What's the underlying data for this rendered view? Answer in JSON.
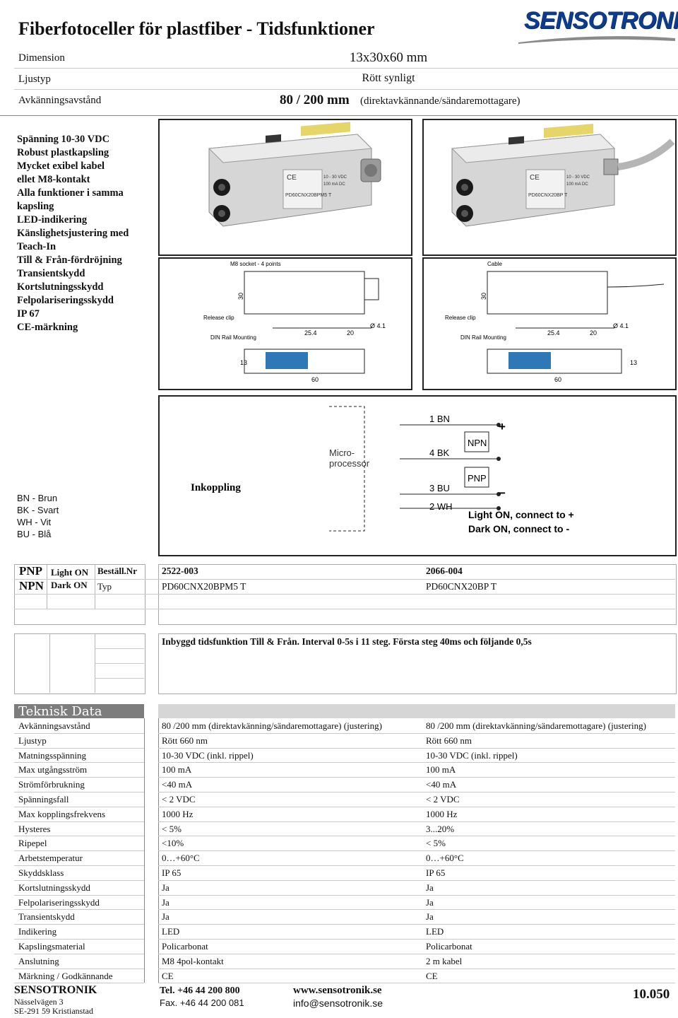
{
  "title": "Fiberfotoceller för plastfiber  -  Tidsfunktioner",
  "brand": "SENSOTRONIK",
  "header": {
    "dimension_label": "Dimension",
    "dimension_value": "13x30x60 mm",
    "ljustyp_label": "Ljustyp",
    "ljustyp_value": "Rött synligt",
    "range_label": "Avkänningsavstånd",
    "range_value_bold": "80 / 200 mm",
    "range_value_note": "(direktavkännande/sändaremottagare)"
  },
  "features": [
    "Spänning 10-30 VDC",
    "Robust plastkapsling",
    "Mycket    exibel kabel",
    "ellet M8-kontakt",
    "Alla funktioner i samma",
    "kapsling",
    "LED-indikering",
    "Känslighetsjustering med",
    "Teach-In",
    "Till & Från-fördröjning",
    "Transientskydd",
    "Kortslutningsskydd",
    "Felpolariseringsskydd",
    "IP 67",
    "CE-märkning"
  ],
  "product_images": {
    "left_label": "PD60CNX20BPM5 T",
    "right_label": "PD60CNX20BP T",
    "spec_line": "10 - 30 VDC",
    "spec_line2": "100 mA DC",
    "ce": "CE"
  },
  "drawings": {
    "left_note": "M8 socket  - 4 points",
    "right_note": "Cable",
    "release_clip": "Release clip",
    "din_rail": "DIN Rail Mounting",
    "dim_30": "30",
    "dim_254": "25.4",
    "dim_20": "20",
    "dim_41": "Ø 4.1",
    "dim_13": "13",
    "dim_60": "60"
  },
  "wiring": {
    "title": "Inkoppling",
    "micro": "Micro-",
    "processor": "processor",
    "bn": "1 BN",
    "bk": "4 BK",
    "bu": "3 BU",
    "wh": "2 WH",
    "npn": "NPN",
    "pnp": "PNP",
    "plus": "+",
    "minus": "−",
    "light_on": "Light ON,  connect to +",
    "dark_on": "Dark ON,  connect to -"
  },
  "legend": [
    "BN - Brun",
    "BK - Svart",
    "WH - Vit",
    "BU - Blå"
  ],
  "order": {
    "pnp": "PNP",
    "npn": "NPN",
    "light_on": "Light ON",
    "dark_on": "Dark ON",
    "bestall_label": "Beställ.Nr",
    "typ_label": "Typ",
    "col1_nr": "2522-003",
    "col1_typ": "PD60CNX20BPM5 T",
    "col2_nr": "2066-004",
    "col2_typ": "PD60CNX20BP T",
    "timer_note": "Inbyggd tidsfunktion Till & Från. Interval 0-5s i 11 steg. Första steg 40ms och följande 0,5s"
  },
  "tech": {
    "heading": "Teknisk Data",
    "rows": [
      {
        "label": "Avkänningsavstånd",
        "v1": "80 /200 mm (direktavkänning/sändaremottagare) (justering)",
        "v2": "80 /200 mm (direktavkänning/sändaremottagare) (justering)"
      },
      {
        "label": "Ljustyp",
        "v1": "Rött 660 nm",
        "v2": "Rött 660 nm"
      },
      {
        "label": "Matningsspänning",
        "v1": "10-30 VDC  (inkl. rippel)",
        "v2": "10-30 VDC  (inkl. rippel)"
      },
      {
        "label": "Max utgångsström",
        "v1": "100 mA",
        "v2": "100 mA"
      },
      {
        "label": "Strömförbrukning",
        "v1": "<40 mA",
        "v2": "<40 mA"
      },
      {
        "label": "Spänningsfall",
        "v1": "< 2  VDC",
        "v2": "< 2  VDC"
      },
      {
        "label": "Max kopplingsfrekvens",
        "v1": "1000 Hz",
        "v2": "1000 Hz"
      },
      {
        "label": "Hysteres",
        "v1": "< 5%",
        "v2": "3...20%"
      },
      {
        "label": "Ripepel",
        "v1": "<10%",
        "v2": "< 5%"
      },
      {
        "label": "Arbetstemperatur",
        "v1": "0…+60°C",
        "v2": "0…+60°C"
      },
      {
        "label": "Skyddsklass",
        "v1": "IP 65",
        "v2": "IP 65"
      },
      {
        "label": "Kortslutningsskydd",
        "v1": "Ja",
        "v2": "Ja"
      },
      {
        "label": "Felpolariseringsskydd",
        "v1": "Ja",
        "v2": "Ja"
      },
      {
        "label": "Transientskydd",
        "v1": "Ja",
        "v2": "Ja"
      },
      {
        "label": "Indikering",
        "v1": "LED",
        "v2": "LED"
      },
      {
        "label": "Kapslingsmaterial",
        "v1": "Policarbonat",
        "v2": "Policarbonat"
      },
      {
        "label": "Anslutning",
        "v1": "M8 4pol-kontakt",
        "v2": "2 m kabel"
      },
      {
        "label": "Märkning / Godkännande",
        "v1": "CE",
        "v2": "CE"
      }
    ]
  },
  "footer": {
    "company": "SENSOTRONIK",
    "street": "Nässelvägen 3",
    "city": "SE-291 59  Kristianstad",
    "tel": "Tel. +46 44  200 800",
    "fax": "Fax. +46 44  200 081",
    "web": "www.sensotronik.se",
    "email": "info@sensotronik.se",
    "page": "10.050"
  }
}
